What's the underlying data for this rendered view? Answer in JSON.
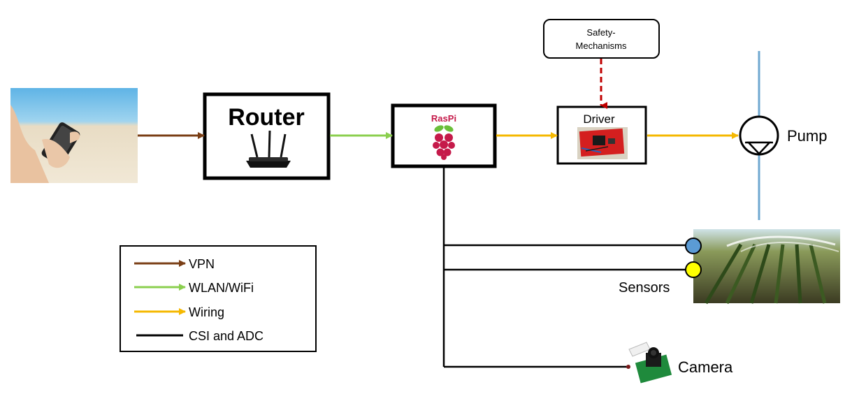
{
  "nodes": {
    "router": {
      "label": "Router"
    },
    "raspi": {
      "label": "RasPi"
    },
    "driver": {
      "label": "Driver"
    },
    "safety": {
      "line1": "Safety-",
      "line2": "Mechanisms"
    },
    "pump": {
      "label": "Pump"
    },
    "sensors": {
      "label": "Sensors"
    },
    "camera": {
      "label": "Camera"
    }
  },
  "legend": {
    "vpn": "VPN",
    "wlan": "WLAN/WiFi",
    "wiring": "Wiring",
    "csi": "CSI and ADC"
  },
  "colors": {
    "vpn": "#7a3e15",
    "wlan": "#8bcf4f",
    "wiring": "#f5b800",
    "csi": "#000000",
    "safety_link": "#c00000",
    "pipe": "#6fa8d0",
    "sensor_blue": "#5b9bd5",
    "sensor_yellow": "#ffff00",
    "raspi_red": "#c51a4a"
  },
  "icons": [
    "phone-beach-photo",
    "router-icon",
    "raspberry-pi-icon",
    "driver-board-photo",
    "pump-symbol",
    "field-sprinkler-photo",
    "camera-module-photo"
  ]
}
